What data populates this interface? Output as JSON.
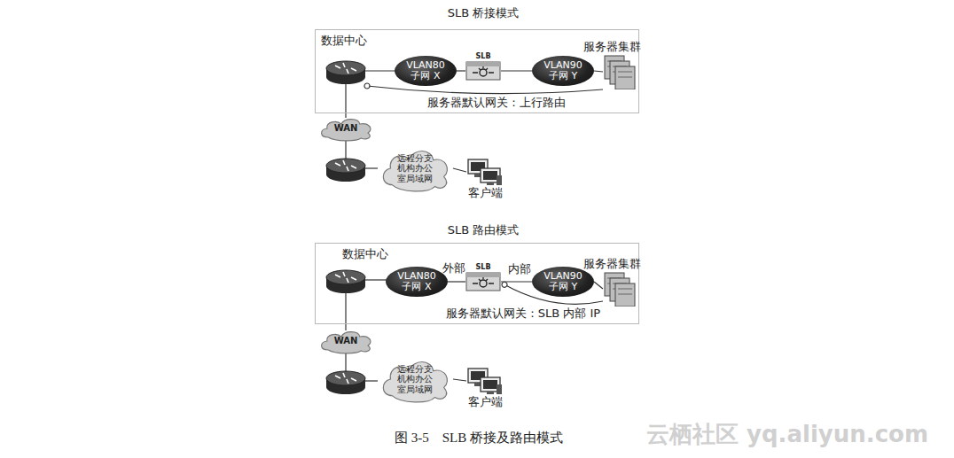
{
  "diagram": {
    "caption": "图 3-5　SLB 桥接及路由模式",
    "nodes": [
      {
        "text": [
          "数据中心"
        ]
      },
      {
        "text": [
          "VLAN80 子网 X"
        ],
        "in": 0
      },
      {
        "text": [
          "SLB"
        ],
        "in": 0
      },
      {
        "text": [
          "VLAN90 子网 Y"
        ],
        "in": 0
      },
      {
        "text": [
          "服务器集群"
        ],
        "in": 0
      },
      {
        "text": [
          "WAN"
        ]
      },
      {
        "text": [
          "远程分支 机构办公 室局域网"
        ]
      },
      {
        "text": [
          "客户端"
        ]
      },
      {
        "text": [
          "数据中心"
        ]
      },
      {
        "text": [
          "VLAN80 子网 X"
        ],
        "in": 8
      },
      {
        "text": [
          "SLB"
        ],
        "in": 8
      },
      {
        "text": [
          "VLAN90 子网 Y"
        ],
        "in": 8
      },
      {
        "text": [
          "服务器集群"
        ],
        "in": 8
      },
      {
        "text": [
          "WAN"
        ]
      },
      {
        "text": [
          "远程分支 机构办公 室局域网"
        ]
      },
      {
        "text": [
          "客户端"
        ]
      }
    ],
    "edges": [
      {
        "from": 1,
        "to": 2,
        "arrow": "none"
      },
      {
        "from": 2,
        "to": 3,
        "arrow": "none"
      },
      {
        "from": 3,
        "to": 4,
        "arrow": "none"
      },
      {
        "from": 6,
        "to": 7,
        "arrow": "none"
      },
      {
        "from": 9,
        "to": 10,
        "arrow": "none"
      },
      {
        "from": 10,
        "to": 11,
        "arrow": "none"
      },
      {
        "from": 11,
        "to": 12,
        "arrow": "none"
      },
      {
        "from": 12,
        "to": 10,
        "arrow": "to"
      },
      {
        "from": 14,
        "to": 15,
        "arrow": "none"
      }
    ],
    "labels": [
      "SLB 桥接模式",
      "服务器默认网关：上行路由",
      "SLB 路由模式",
      "外部",
      "内部",
      "服务器默认网关：SLB 内部 IP",
      "云栖社区 yq.aliyun.com"
    ]
  }
}
